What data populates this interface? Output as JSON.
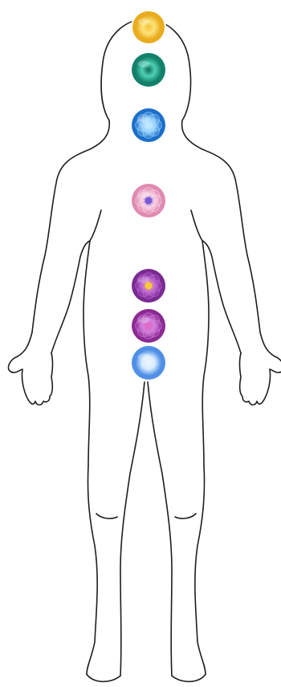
{
  "figure": {
    "outline_color": "#1e1e1e",
    "chakras": [
      {
        "name": "crown-chakra",
        "color": "#e9ac1d",
        "glow": "#fbe27a",
        "center": "#f4c63d",
        "pattern": "plain"
      },
      {
        "name": "third-eye-chakra",
        "color": "#13806a",
        "glow": "#4fd1b7",
        "center": "#0f6b59",
        "pattern": "plain"
      },
      {
        "name": "throat-chakra",
        "color": "#1c6fc9",
        "glow": "#9fd7ff",
        "center": "#bfe6ff",
        "pattern": "flower"
      },
      {
        "name": "heart-chakra",
        "color": "#e08ab2",
        "glow": "#f9d3e6",
        "center": "#7a5bd6",
        "pattern": "flower"
      },
      {
        "name": "solar-plexus-chakra",
        "color": "#7a2a92",
        "glow": "#c26ad8",
        "center": "#f5c83a",
        "pattern": "flower"
      },
      {
        "name": "sacral-chakra",
        "color": "#8c2a94",
        "glow": "#d27fdc",
        "center": "#e06bc8",
        "pattern": "flower"
      },
      {
        "name": "root-chakra",
        "color": "#4f8fe6",
        "glow": "#d9ecff",
        "center": "#eef7ff",
        "pattern": "plain"
      }
    ]
  }
}
